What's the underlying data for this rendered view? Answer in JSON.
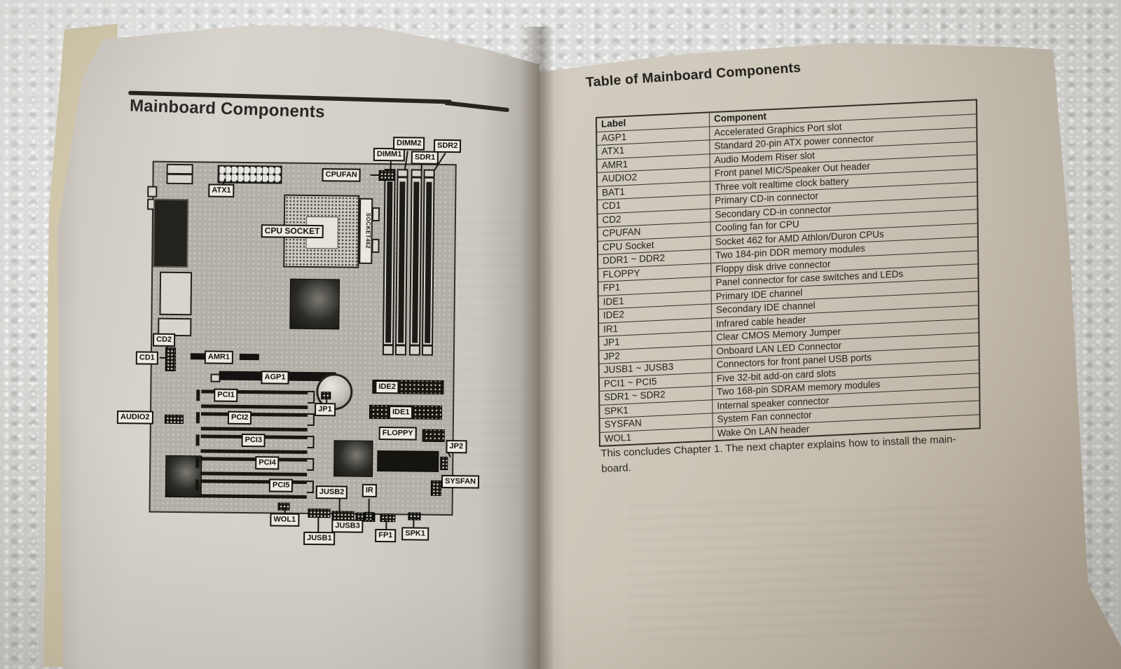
{
  "photo": {
    "scene": "open printed manual lying on a white towel",
    "colors": {
      "towel": "#d9d9d7",
      "left_page": "#d3cfc8",
      "right_page": "#c2b9aa",
      "ink": "#1d1c17",
      "page_edges": "#d9d1b8"
    }
  },
  "left_page": {
    "heading": "Mainboard Components",
    "diagram": {
      "labels": {
        "dimm2": "DIMM2",
        "sdr2": "SDR2",
        "dimm1": "DIMM1",
        "sdr1": "SDR1",
        "cpufan": "CPUFAN",
        "atx1": "ATX1",
        "cpu_socket": "CPU SOCKET",
        "socket462": "SOCKET462",
        "cd2": "CD2",
        "cd1": "CD1",
        "amr1": "AMR1",
        "agp1": "AGP1",
        "jp1": "JP1",
        "jp2": "JP2",
        "pci1": "PCI1",
        "pci2": "PCI2",
        "pci3": "PCI3",
        "pci4": "PCI4",
        "pci5": "PCI5",
        "ide1": "IDE1",
        "ide2": "IDE2",
        "floppy": "FLOPPY",
        "audio2": "AUDIO2",
        "sysfan": "SYSFAN",
        "wol1": "WOL1",
        "jusb1": "JUSB1",
        "jusb2": "JUSB2",
        "jusb3": "JUSB3",
        "ir": "IR",
        "fp1": "FP1",
        "spk1": "SPK1"
      }
    }
  },
  "right_page": {
    "heading": "Table of Mainboard Components",
    "table": {
      "columns": [
        "Label",
        "Component"
      ],
      "rows": [
        [
          "AGP1",
          "Accelerated Graphics Port slot"
        ],
        [
          "ATX1",
          "Standard 20-pin ATX power connector"
        ],
        [
          "AMR1",
          "Audio Modem Riser slot"
        ],
        [
          "AUDIO2",
          "Front panel MIC/Speaker Out header"
        ],
        [
          "BAT1",
          "Three volt realtime clock battery"
        ],
        [
          "CD1",
          "Primary CD-in connector"
        ],
        [
          "CD2",
          "Secondary CD-in connector"
        ],
        [
          "CPUFAN",
          "Cooling fan for CPU"
        ],
        [
          "CPU Socket",
          "Socket 462 for AMD Athlon/Duron CPUs"
        ],
        [
          "DDR1 ~ DDR2",
          "Two 184-pin DDR memory modules"
        ],
        [
          "FLOPPY",
          "Floppy disk drive connector"
        ],
        [
          "FP1",
          "Panel connector for case switches and LEDs"
        ],
        [
          "IDE1",
          "Primary IDE channel"
        ],
        [
          "IDE2",
          "Secondary IDE channel"
        ],
        [
          "IR1",
          "Infrared cable header"
        ],
        [
          "JP1",
          "Clear CMOS Memory Jumper"
        ],
        [
          "JP2",
          "Onboard LAN LED Connector"
        ],
        [
          "JUSB1 ~ JUSB3",
          "Connectors for front panel USB ports"
        ],
        [
          "PCI1 ~ PCI5",
          "Five 32-bit add-on card slots"
        ],
        [
          "SDR1 ~ SDR2",
          "Two 168-pin SDRAM memory modules"
        ],
        [
          "SPK1",
          "Internal speaker connector"
        ],
        [
          "SYSFAN",
          "System Fan connector"
        ],
        [
          "WOL1",
          "Wake On LAN header"
        ]
      ]
    },
    "closing_lines": [
      "This concludes Chapter 1. The next chapter explains how to install the main-",
      "board."
    ]
  }
}
